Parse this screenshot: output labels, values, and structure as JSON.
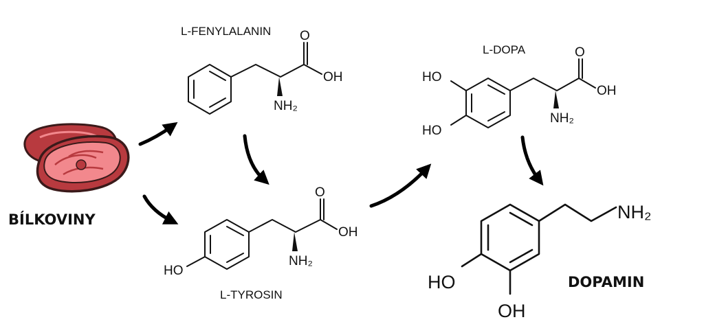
{
  "source": {
    "label": "BÍLKOVINY",
    "icon": "meat-steak-icon"
  },
  "molecules": {
    "phenylalanine": {
      "name": "L-FENYLALANIN",
      "o": "O",
      "oh": "OH",
      "nh2": "NH₂"
    },
    "tyrosine": {
      "name": "L-TYROSIN",
      "o": "O",
      "oh": "OH",
      "ho": "HO",
      "nh2": "NH₂"
    },
    "ldopa": {
      "name": "L-DOPA",
      "o": "O",
      "oh": "OH",
      "ho1": "HO",
      "ho2": "HO",
      "nh2": "NH₂"
    },
    "dopamine": {
      "name": "DOPAMIN",
      "nh2": "NH₂",
      "ho": "HO",
      "oh": "OH"
    }
  },
  "colors": {
    "meat_dark": "#b83a3f",
    "meat_light": "#f2888d",
    "meat_outline": "#3a1a1a",
    "ink": "#111111"
  }
}
